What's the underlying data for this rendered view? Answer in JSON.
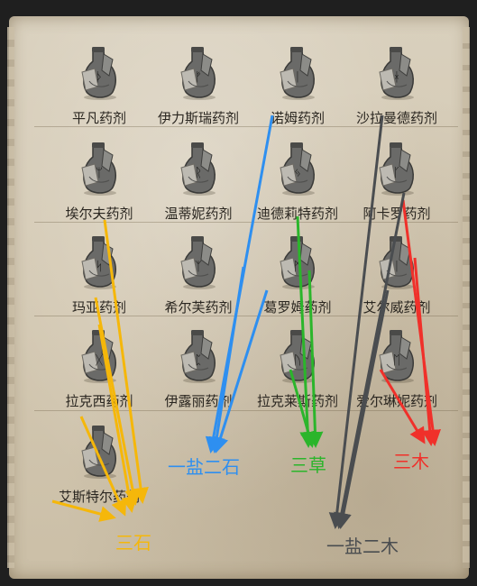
{
  "potions": [
    {
      "name": "平凡药剂",
      "rune": "ᚦ"
    },
    {
      "name": "伊力斯瑞药剂",
      "rune": "ᚠ"
    },
    {
      "name": "诺姆药剂",
      "rune": "ᛁ"
    },
    {
      "name": "沙拉曼德药剂",
      "rune": "ᚼ"
    },
    {
      "name": "埃尔夫药剂",
      "rune": "ᛘ"
    },
    {
      "name": "温蒂妮药剂",
      "rune": "ᚱ"
    },
    {
      "name": "迪德莉特药剂",
      "rune": "ᛃ"
    },
    {
      "name": "阿卡罗药剂",
      "rune": "ᚴ"
    },
    {
      "name": "玛亚药剂",
      "rune": "ᛋ"
    },
    {
      "name": "希尔芙药剂",
      "rune": "ᛉ"
    },
    {
      "name": "葛罗姆药剂",
      "rune": "ᛗ"
    },
    {
      "name": "艾尔威药剂",
      "rune": "ᛁ"
    },
    {
      "name": "拉克西药剂",
      "rune": "ᚷ"
    },
    {
      "name": "伊露丽药剂",
      "rune": "ᛈ"
    },
    {
      "name": "拉克莱斯药剂",
      "rune": "ᚢ"
    },
    {
      "name": "爱尔琳妮药剂",
      "rune": "ᛖ"
    },
    {
      "name": "艾斯特尔药剂",
      "rune": "ᚾ"
    }
  ],
  "groups": [
    {
      "label": "一盐二石",
      "color": "#2e8ff0"
    },
    {
      "label": "三草",
      "color": "#2bb52b"
    },
    {
      "label": "三木",
      "color": "#f0302a"
    },
    {
      "label": "三石",
      "color": "#f5b70a"
    },
    {
      "label": "一盐二木",
      "color": "#4a4d50"
    }
  ]
}
